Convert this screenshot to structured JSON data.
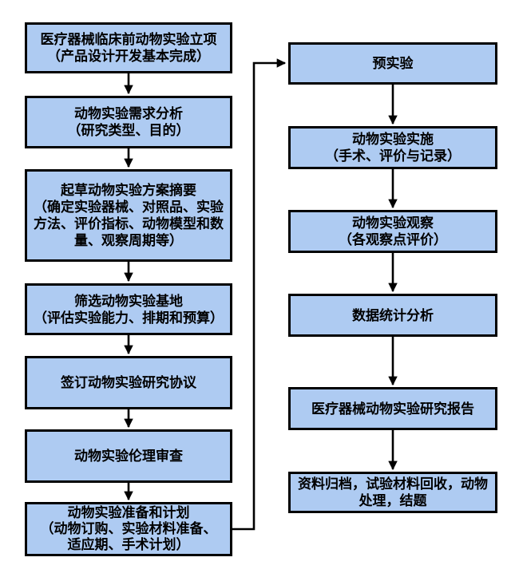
{
  "diagram": {
    "type": "flowchart",
    "colors": {
      "box_fill": "#AECBF2",
      "box_border": "#000000",
      "arrow": "#000000",
      "background": "#ffffff"
    },
    "left_column": [
      {
        "id": "L1",
        "label": "医疗器械临床前动物实验立项\n（产品设计开发基本完成）"
      },
      {
        "id": "L2",
        "label": "动物实验需求分析\n（研究类型、目的）"
      },
      {
        "id": "L3",
        "label": "起草动物实验方案摘要\n（确定实验器械、对照品、实验\n方法、评价指标、动物模型和数\n量、观察周期等）"
      },
      {
        "id": "L4",
        "label": "筛选动物实验基地\n（评估实验能力、排期和预算）"
      },
      {
        "id": "L5",
        "label": "签订动物实验研究协议"
      },
      {
        "id": "L6",
        "label": "动物实验伦理审查"
      },
      {
        "id": "L7",
        "label": "动物实验准备和计划\n（动物订购、实验材料准备、\n适应期、手术计划）"
      }
    ],
    "right_column": [
      {
        "id": "R1",
        "label": "预实验"
      },
      {
        "id": "R2",
        "label": "动物实验实施\n（手术、评价与记录）"
      },
      {
        "id": "R3",
        "label": "动物实验观察\n（各观察点评价）"
      },
      {
        "id": "R4",
        "label": "数据统计分析"
      },
      {
        "id": "R5",
        "label": "医疗器械动物实验研究报告"
      },
      {
        "id": "R6",
        "label": "资料归档，试验材料回收，动物\n处理，结题"
      }
    ],
    "flow": [
      "L1→L2",
      "L2→L3",
      "L3→L4",
      "L4→L5",
      "L5→L6",
      "L6→L7",
      "L7→R1",
      "R1→R2",
      "R2→R3",
      "R3→R4",
      "R4→R5",
      "R5→R6"
    ]
  }
}
